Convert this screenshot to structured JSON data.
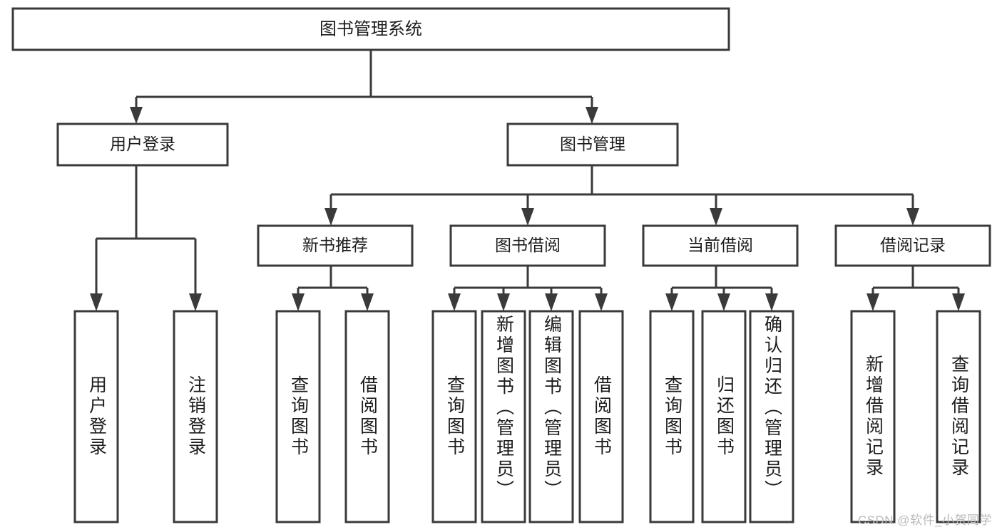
{
  "diagram": {
    "type": "tree",
    "title": "图书管理系统",
    "orientation": "top-down",
    "colors": {
      "background": "#ffffff",
      "box_fill": "#ffffff",
      "line": "#3a3a3a",
      "text": "#1c1c1c",
      "watermark": "#b9b9b9"
    },
    "root": {
      "label": "图书管理系统"
    },
    "level1": [
      {
        "label": "用户登录"
      },
      {
        "label": "图书管理"
      }
    ],
    "level2": [
      {
        "label": "新书推荐"
      },
      {
        "label": "图书借阅"
      },
      {
        "label": "当前借阅"
      },
      {
        "label": "借阅记录"
      }
    ],
    "leaves": {
      "user_login": [
        {
          "label": "用户登录"
        },
        {
          "label": "注销登录"
        }
      ],
      "new_book_recommend": [
        {
          "label": "查询图书"
        },
        {
          "label": "借阅图书"
        }
      ],
      "book_borrow": [
        {
          "label": "查询图书"
        },
        {
          "label": "新增图书（管理员）"
        },
        {
          "label": "编辑图书（管理员）"
        },
        {
          "label": "借阅图书"
        }
      ],
      "current_borrow": [
        {
          "label": "查询图书"
        },
        {
          "label": "归还图书"
        },
        {
          "label": "确认归还（管理员）"
        }
      ],
      "borrow_record": [
        {
          "label": "新增借阅记录"
        },
        {
          "label": "查询借阅记录"
        }
      ]
    }
  },
  "watermark": {
    "text": "CSDN @软件_小贺同学"
  }
}
